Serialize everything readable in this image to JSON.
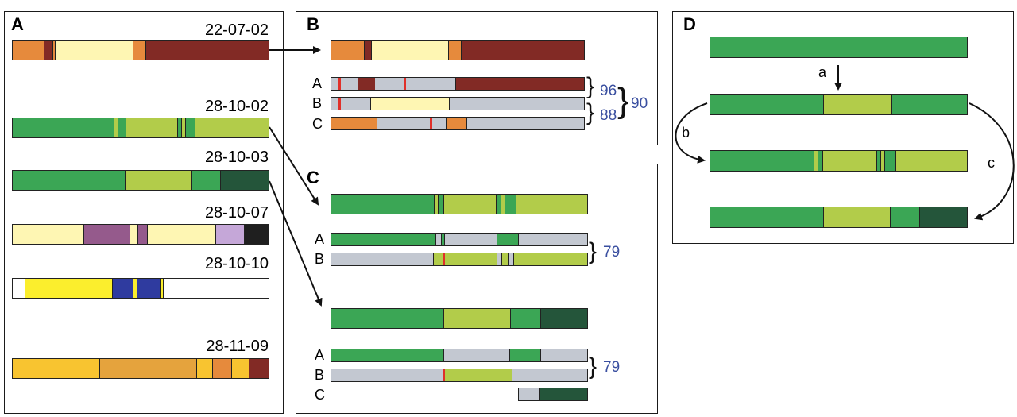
{
  "panels": {
    "a": {
      "label": "A",
      "dates": [
        "22-07-02",
        "28-10-02",
        "28-10-03",
        "28-10-07",
        "28-10-10",
        "28-11-09"
      ]
    },
    "b": {
      "label": "B",
      "row_labels": [
        "A",
        "B",
        "C"
      ],
      "numbers": [
        "96",
        "88",
        "90"
      ]
    },
    "c": {
      "label": "C",
      "row_labels_top": [
        "A",
        "B"
      ],
      "row_labels_bottom": [
        "A",
        "B",
        "C"
      ],
      "numbers": [
        "79",
        "79"
      ]
    },
    "d": {
      "label": "D",
      "steps": [
        "a",
        "b",
        "c"
      ]
    }
  },
  "colors": {
    "orange": "#e68a3c",
    "dark_red": "#822a25",
    "pale_yellow": "#fef6b3",
    "green": "#3ba655",
    "lime": "#b2cc4a",
    "dark_green": "#24553a",
    "purple": "#955a8c",
    "lavender": "#c5a7d8",
    "black": "#1f1f1f",
    "yellow": "#fbee2d",
    "blue": "#2f3b9f",
    "gold": "#f8c430",
    "amber": "#e5a33d",
    "grey": "#c3c8d1",
    "red_mark": "#e0302a",
    "number_blue": "#3a4fa0"
  }
}
